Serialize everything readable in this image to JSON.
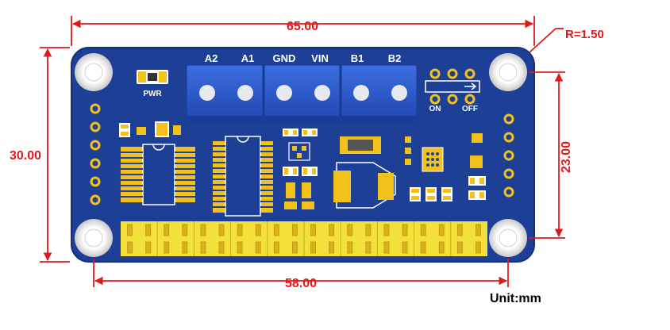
{
  "dimensions": {
    "width": "65.00",
    "height": "30.00",
    "hole_spacing_x": "58.00",
    "hole_spacing_y": "23.00",
    "corner_radius": "R=1.50",
    "unit": "Unit:mm"
  },
  "terminal_labels": [
    "A2",
    "A1",
    "GND",
    "VIN",
    "B1",
    "B2"
  ],
  "silkscreen": {
    "power_led": "PWR",
    "switch_on": "ON",
    "switch_off": "OFF"
  },
  "colors": {
    "dimension": "#e0191b",
    "pcb": "#1e3f96",
    "terminal": "#2b56c6",
    "gold": "#f2c11a",
    "header": "#f3e03a"
  }
}
